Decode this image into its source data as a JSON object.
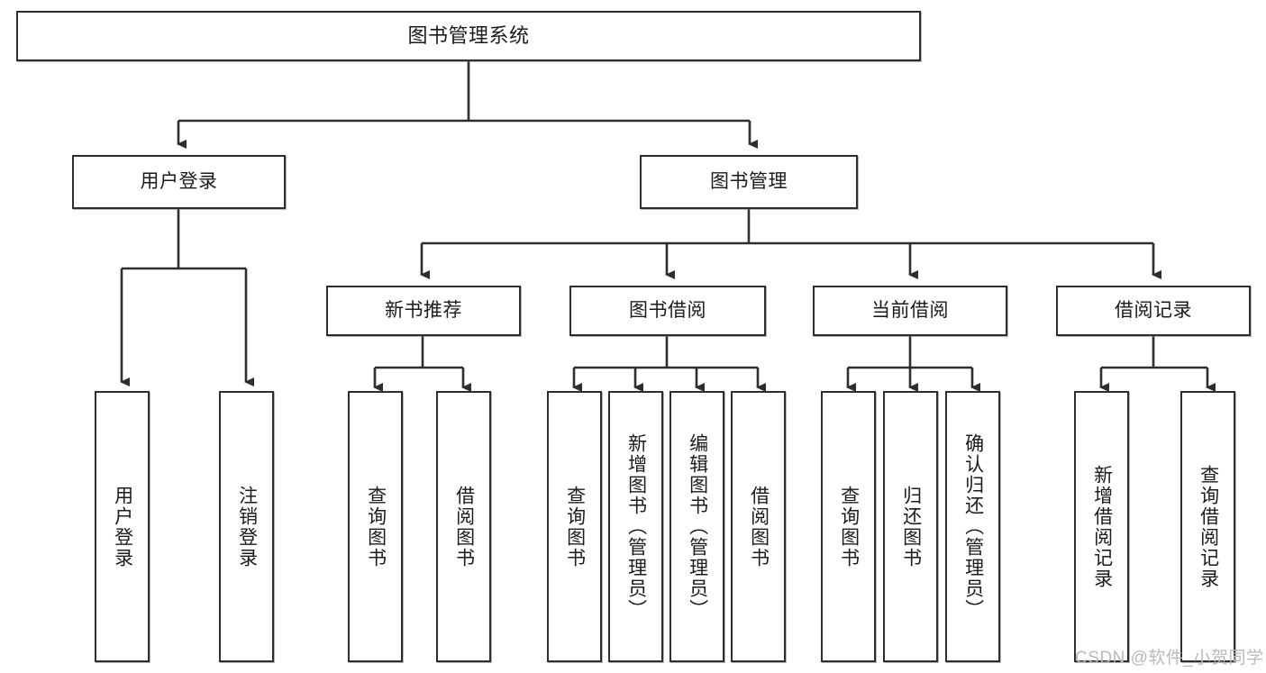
{
  "diagram": {
    "type": "tree",
    "title": "图书管理系统",
    "root": {
      "label": "图书管理系统"
    },
    "level1": [
      {
        "label": "用户登录"
      },
      {
        "label": "图书管理"
      }
    ],
    "level2": [
      {
        "label": "新书推荐"
      },
      {
        "label": "图书借阅"
      },
      {
        "label": "当前借阅"
      },
      {
        "label": "借阅记录"
      }
    ],
    "leaves": {
      "user_login": [
        {
          "label": "用户登录"
        },
        {
          "label": "注销登录"
        }
      ],
      "new_book_recommend": [
        {
          "label": "查询图书"
        },
        {
          "label": "借阅图书"
        }
      ],
      "book_borrow": [
        {
          "label": "查询图书"
        },
        {
          "label": "新增图书（管理员）"
        },
        {
          "label": "编辑图书（管理员）"
        },
        {
          "label": "借阅图书"
        }
      ],
      "current_borrow": [
        {
          "label": "查询图书"
        },
        {
          "label": "归还图书"
        },
        {
          "label": "确认归还（管理员）"
        }
      ],
      "borrow_record": [
        {
          "label": "新增借阅记录"
        },
        {
          "label": "查询借阅记录"
        }
      ]
    }
  },
  "watermark": {
    "text": "CSDN @软件_小贺同学"
  },
  "colors": {
    "border": "#2e2e2e",
    "background": "#ffffff",
    "text": "#1b1b1b",
    "watermark": "#b9b9b9"
  }
}
